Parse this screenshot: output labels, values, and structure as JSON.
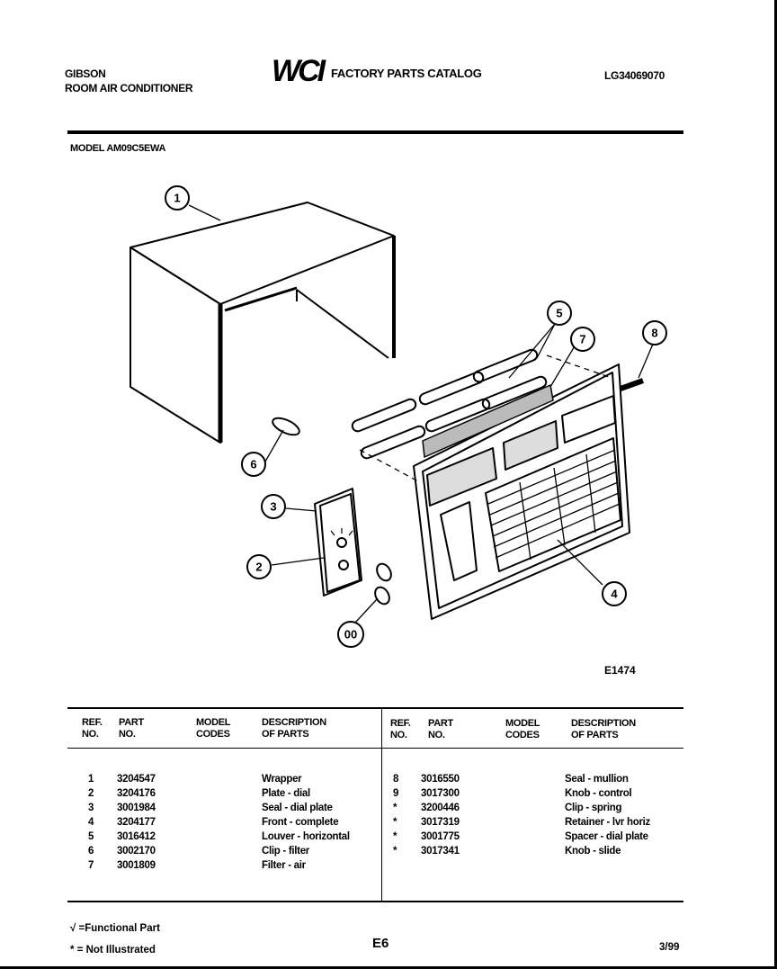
{
  "header": {
    "brand": "GIBSON",
    "product": "ROOM AIR CONDITIONER",
    "logo": "WCI",
    "catalog_title": "FACTORY PARTS CATALOG",
    "catalog_number": "LG34069070",
    "model_line": "MODEL AM09C5EWA"
  },
  "diagram": {
    "figure_id": "E1474",
    "callouts": [
      "1",
      "6",
      "3",
      "2",
      "00",
      "5",
      "7",
      "8",
      "4"
    ]
  },
  "table": {
    "headers": {
      "ref": "REF.",
      "no": "NO.",
      "part": "PART",
      "part_no": "NO.",
      "model": "MODEL",
      "codes": "CODES",
      "desc": "DESCRIPTION",
      "of_parts": "OF PARTS"
    },
    "left": [
      {
        "ref": "1",
        "part": "3204547",
        "code": "",
        "desc": "Wrapper"
      },
      {
        "ref": "2",
        "part": "3204176",
        "code": "",
        "desc": "Plate  - dial"
      },
      {
        "ref": "3",
        "part": "3001984",
        "code": "",
        "desc": "Seal - dial plate"
      },
      {
        "ref": "4",
        "part": "3204177",
        "code": "",
        "desc": "Front - complete"
      },
      {
        "ref": "5",
        "part": "3016412",
        "code": "",
        "desc": "Louver - horizontal"
      },
      {
        "ref": "6",
        "part": "3002170",
        "code": "",
        "desc": "Clip - filter"
      },
      {
        "ref": "7",
        "part": "3001809",
        "code": "",
        "desc": "Filter - air"
      }
    ],
    "right": [
      {
        "ref": "8",
        "part": "3016550",
        "code": "",
        "desc": "Seal - mullion"
      },
      {
        "ref": "9",
        "part": "3017300",
        "code": "",
        "desc": "Knob - control"
      },
      {
        "ref": "*",
        "part": "3200446",
        "code": "",
        "desc": "Clip - spring"
      },
      {
        "ref": "*",
        "part": "3017319",
        "code": "",
        "desc": "Retainer - lvr horiz"
      },
      {
        "ref": "*",
        "part": "3001775",
        "code": "",
        "desc": "Spacer - dial plate"
      },
      {
        "ref": "*",
        "part": "3017341",
        "code": "",
        "desc": "Knob - slide"
      }
    ]
  },
  "footer": {
    "legend_functional": "√ =Functional Part",
    "legend_not_illustrated": "* = Not Illustrated",
    "page": "E6",
    "date": "3/99"
  }
}
